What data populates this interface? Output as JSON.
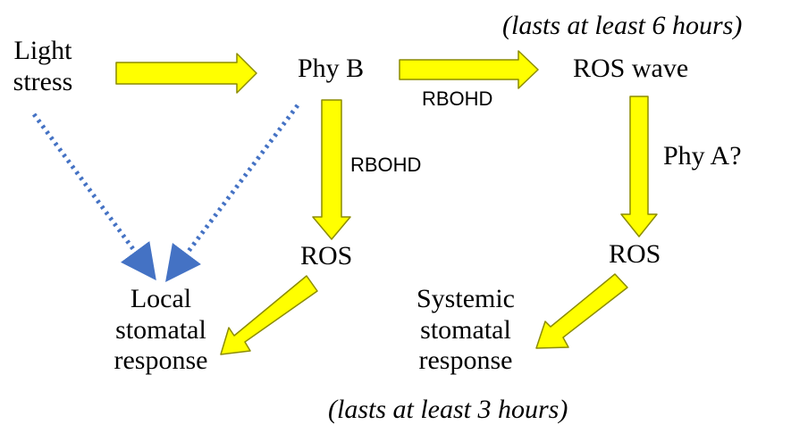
{
  "nodes": {
    "light_stress": [
      "Light",
      "stress"
    ],
    "phy_b": "Phy B",
    "ros_wave": "ROS wave",
    "ros_left": "ROS",
    "ros_right": "ROS",
    "local_response": [
      "Local",
      "stomatal",
      "response"
    ],
    "systemic_response": [
      "Systemic",
      "stomatal",
      "response"
    ]
  },
  "edge_labels": {
    "rbohd_horizontal": "RBOHD",
    "rbohd_vertical": "RBOHD",
    "phy_a": "Phy A?"
  },
  "notes": {
    "ros_wave_duration": "(lasts at least 6 hours)",
    "systemic_duration": "(lasts at least 3 hours)"
  },
  "colors": {
    "arrow_fill": "#ffff00",
    "arrow_stroke": "#8c8c00",
    "dotted_arrow": "#4472c4"
  }
}
